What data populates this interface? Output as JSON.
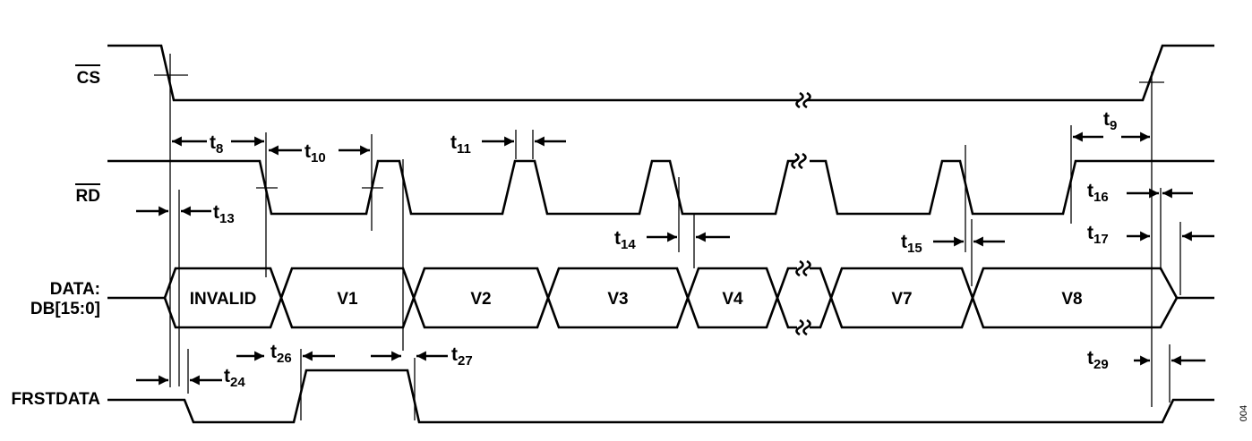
{
  "signals": {
    "cs": "CS",
    "rd": "RD",
    "data_line1": "DATA:",
    "data_line2": "DB[15:0]",
    "frstdata": "FRSTDATA"
  },
  "bus_values": [
    "INVALID",
    "V1",
    "V2",
    "V3",
    "V4",
    "V7",
    "V8"
  ],
  "timing": {
    "t8": {
      "base": "t",
      "sub": "8"
    },
    "t9": {
      "base": "t",
      "sub": "9"
    },
    "t10": {
      "base": "t",
      "sub": "10"
    },
    "t11": {
      "base": "t",
      "sub": "11"
    },
    "t13": {
      "base": "t",
      "sub": "13"
    },
    "t14": {
      "base": "t",
      "sub": "14"
    },
    "t15": {
      "base": "t",
      "sub": "15"
    },
    "t16": {
      "base": "t",
      "sub": "16"
    },
    "t17": {
      "base": "t",
      "sub": "17"
    },
    "t24": {
      "base": "t",
      "sub": "24"
    },
    "t26": {
      "base": "t",
      "sub": "26"
    },
    "t27": {
      "base": "t",
      "sub": "27"
    },
    "t29": {
      "base": "t",
      "sub": "29"
    }
  },
  "figure_id": "004"
}
